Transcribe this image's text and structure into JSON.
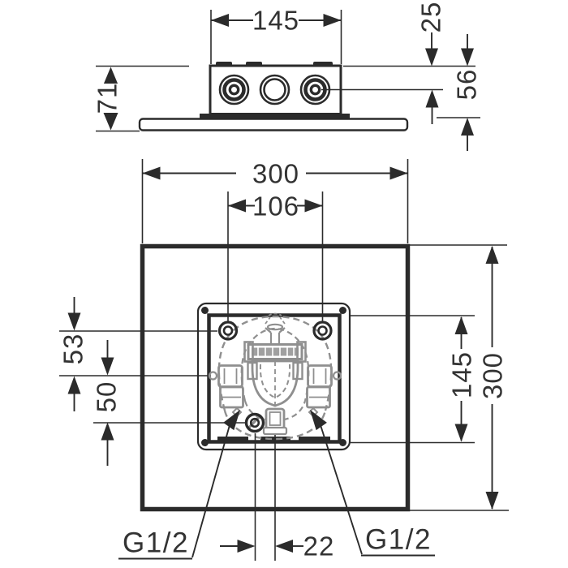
{
  "title": "Technical installation drawing - overhead shower basic set",
  "colors": {
    "background": "#ffffff",
    "line": "#2b2b2b",
    "internal_gray": "#8f8f8f",
    "text": "#333333"
  },
  "side_view": {
    "dims": {
      "body_width": "145",
      "top_to_port_center": "25",
      "total_height": "71",
      "top_to_plate": "56"
    }
  },
  "plan_view": {
    "dims": {
      "plate_width": "300",
      "hole_spacing": "106",
      "plate_height": "300",
      "box_size": "145",
      "hole_row_offset": "53",
      "port_row_offset": "50",
      "outlet_center_offset": "22"
    },
    "labels": {
      "left_connection": "G1/2",
      "right_connection": "G1/2"
    }
  }
}
